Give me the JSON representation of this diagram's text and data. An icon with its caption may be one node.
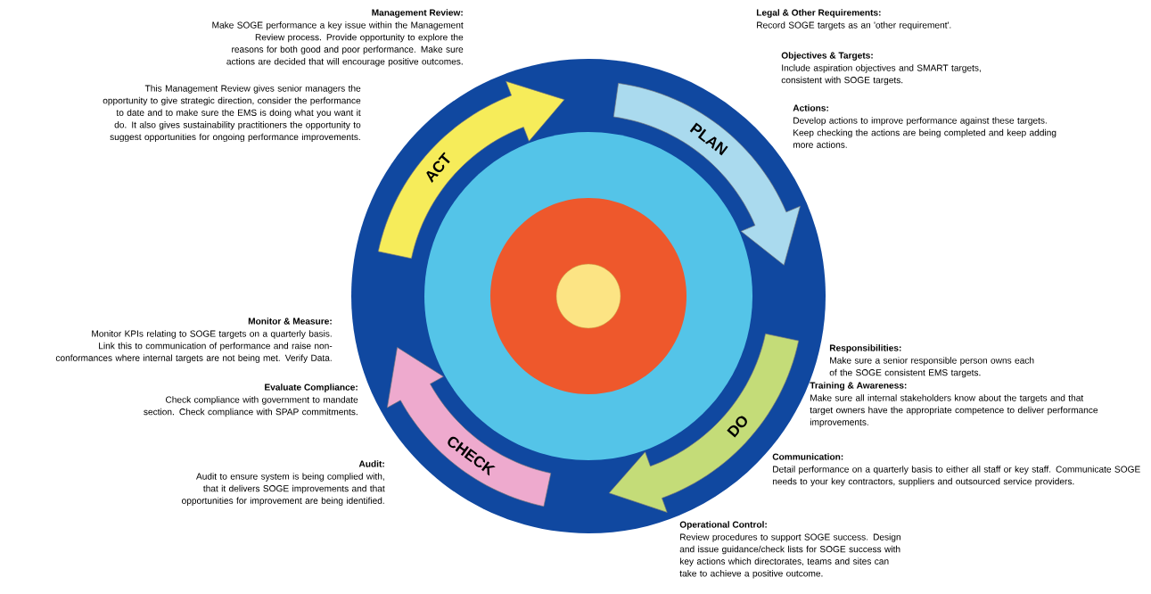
{
  "diagram": {
    "nodes": [
      {
        "text": [],
        "shape": "circle"
      },
      {
        "text": [
          "ACT"
        ],
        "in": 0
      },
      {
        "text": [
          "PLAN"
        ],
        "in": 0
      },
      {
        "text": [
          "DO"
        ],
        "in": 0
      },
      {
        "text": [
          "CHECK"
        ],
        "in": 0
      }
    ],
    "labels": [
      "Management Review:",
      "Make SOGE performance a key issue within the Management Review process. Provide opportunity to explore the reasons for both good and poor performance. Make sure actions are decided that will encourage positive outcomes.",
      "This Management Review gives senior managers the opportunity to give strategic direction, consider the performance to date and to make sure the EMS is doing what you want it do. It also gives sustainability practitioners the opportunity to suggest opportunities for ongoing performance improvements.",
      "Legal & Other Requirements:",
      "Record SOGE targets as an 'other requirement'.",
      "Objectives & Targets:",
      "Include aspiration objectives and SMART targets, consistent with SOGE targets.",
      "Actions:",
      "Develop actions to improve performance against these targets. Keep checking the actions are being completed and keep adding more actions.",
      "Monitor & Measure:",
      "Monitor KPIs relating to SOGE targets on a quarterly basis. Link this to communication of performance and raise non-conformances where internal targets are not being met. Verify Data.",
      "Responsibilities:",
      "Make sure a senior responsible person owns each of the SOGE consistent EMS targets.",
      "Evaluate Compliance:",
      "Check compliance with government to mandate section. Check compliance with SPAP commitments.",
      "Training & Awareness:",
      "Make sure all internal stakeholders know about the targets and that target owners have the appropriate competence to deliver performance improvements.",
      "Communication:",
      "Detail performance on a quarterly basis to either all staff or key staff. Communicate SOGE needs to your key contractors, suppliers and outsourced service providers.",
      "Audit:",
      "Audit to ensure system is being complied with, that it delivers SOGE improvements and that opportunities for improvement are being identified.",
      "Operational Control:",
      "Review procedures to support SOGE success. Design and issue guidance/check lists for SOGE success with key actions which directorates, teams and sites can take to achieve a positive outcome."
    ]
  }
}
